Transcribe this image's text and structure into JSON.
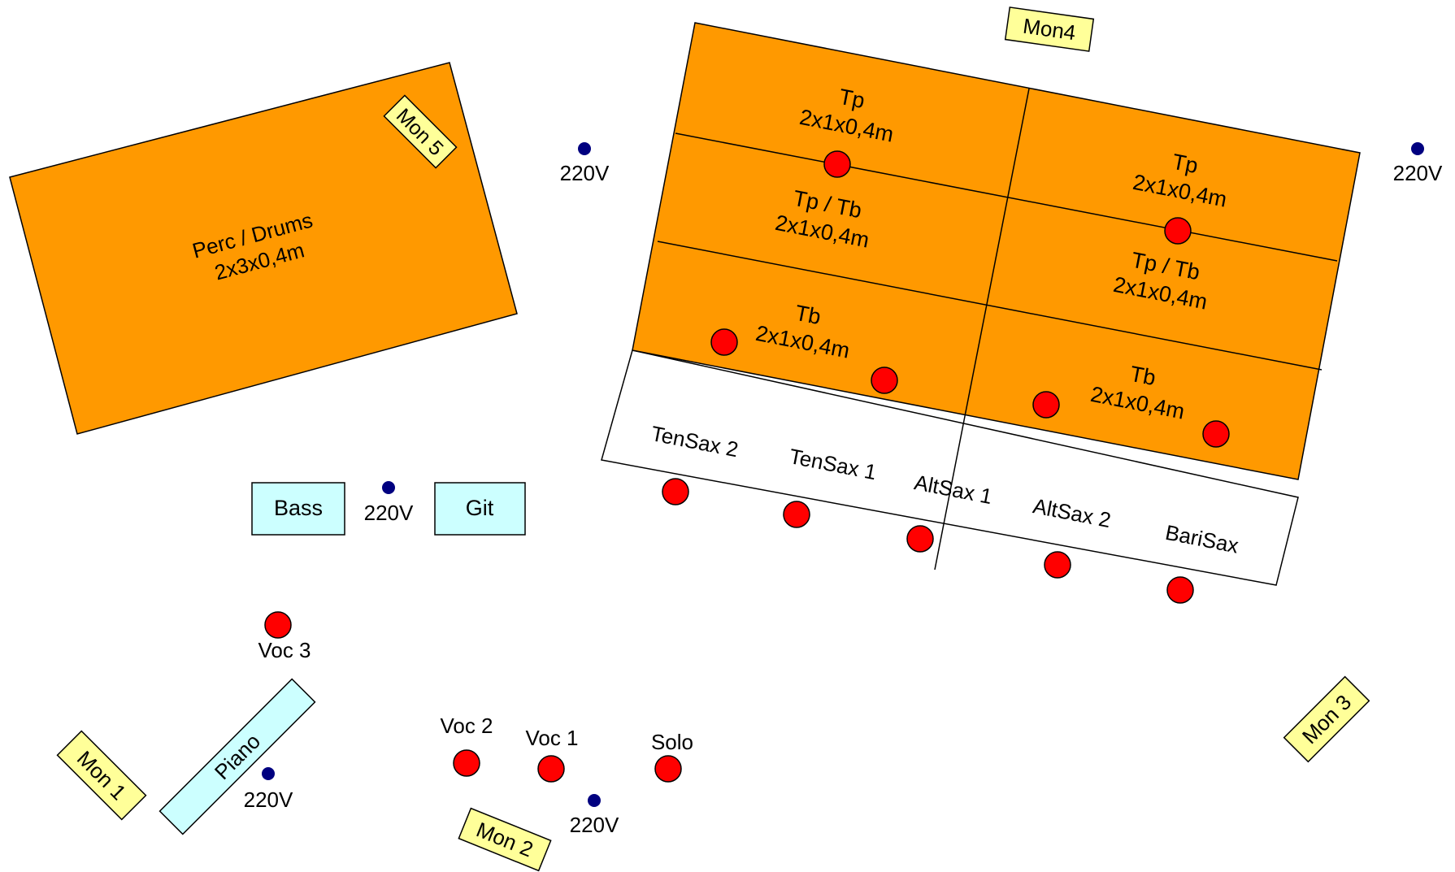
{
  "colors": {
    "riser": "#ff9900",
    "amp_box": "#ccffff",
    "monitor": "#ffff99",
    "mic": "#ff0000",
    "outlet": "#000080"
  },
  "labels": {
    "perc_drums_title": "Perc / Drums",
    "perc_drums_size": "2x3x0,4m",
    "mon5": "Mon 5",
    "mon4": "Mon4",
    "mon3": "Mon 3",
    "mon2": "Mon 2",
    "mon1": "Mon 1",
    "riser_tp_left_title": "Tp",
    "riser_tp_left_size": "2x1x0,4m",
    "riser_tptb_left_title": "Tp / Tb",
    "riser_tptb_left_size": "2x1x0,4m",
    "riser_tb_left_title": "Tb",
    "riser_tb_left_size": "2x1x0,4m",
    "riser_tp_right_title": "Tp",
    "riser_tp_right_size": "2x1x0,4m",
    "riser_tptb_right_title": "Tp / Tb",
    "riser_tptb_right_size": "2x1x0,4m",
    "riser_tb_right_title": "Tb",
    "riser_tb_right_size": "2x1x0,4m",
    "tensax2": "TenSax 2",
    "tensax1": "TenSax 1",
    "altsax1": "AltSax 1",
    "altsax2": "AltSax 2",
    "barisax": "BariSax",
    "bass": "Bass",
    "git": "Git",
    "piano": "Piano",
    "voc3": "Voc 3",
    "voc2": "Voc 2",
    "voc1": "Voc 1",
    "solo": "Solo",
    "power": "220V"
  }
}
